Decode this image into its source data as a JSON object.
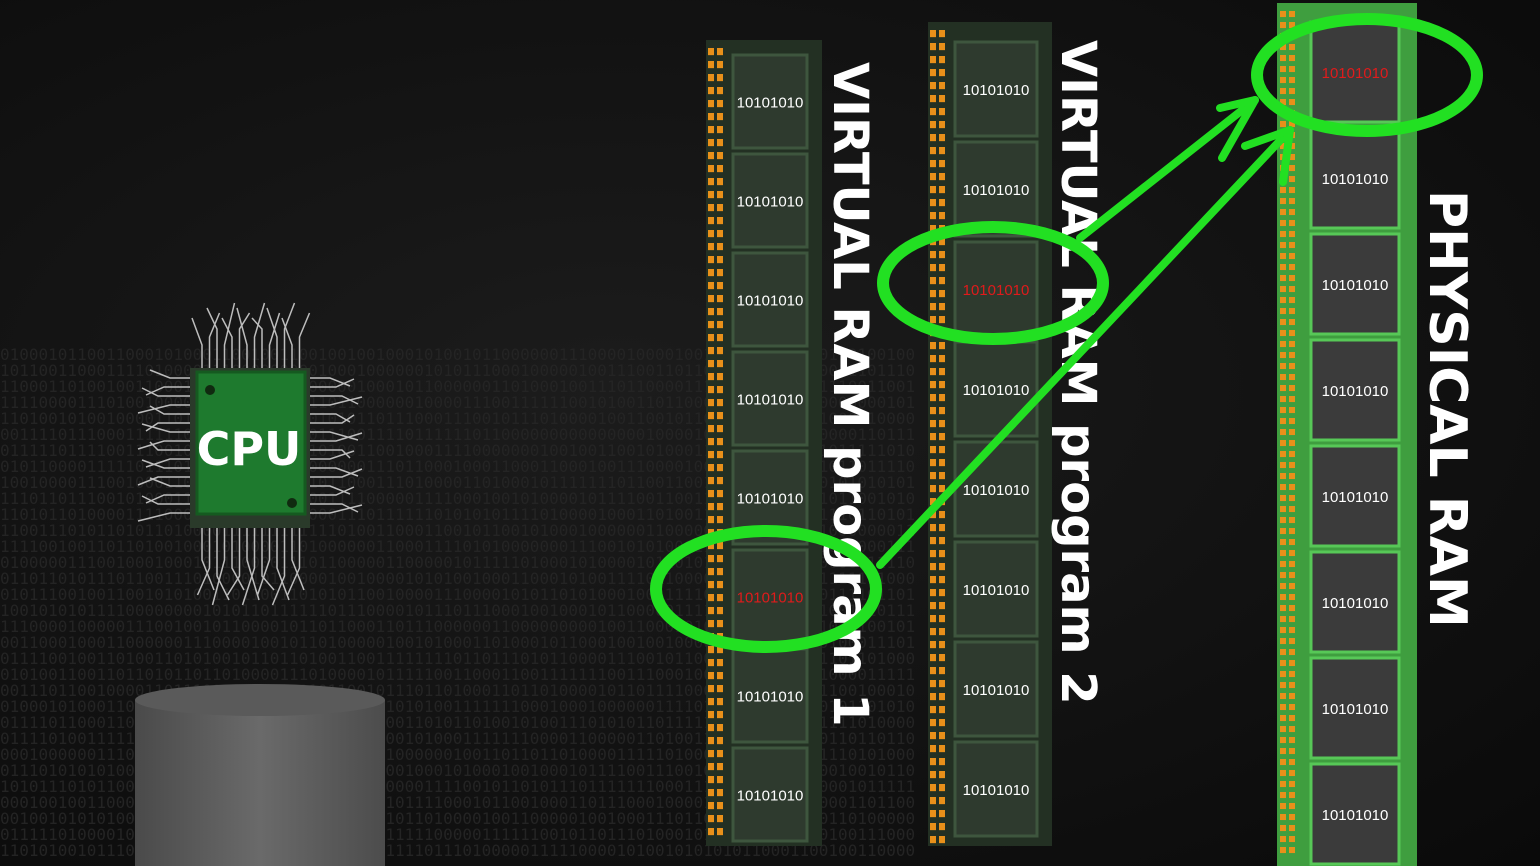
{
  "cpu": {
    "label": "CPU",
    "color": "#1e7a2e",
    "icon": "cpu-chip-icon"
  },
  "virtual_ram_1": {
    "label": "VIRTUAL RAM program 1",
    "cells": [
      "10101010",
      "10101010",
      "10101010",
      "10101010",
      "10101010",
      "10101010",
      "10101010",
      "10101010"
    ],
    "highlight_index": 5
  },
  "virtual_ram_2": {
    "label": "VIRTUAL RAM program 2",
    "cells": [
      "10101010",
      "10101010",
      "10101010",
      "10101010",
      "10101010",
      "10101010",
      "10101010",
      "10101010"
    ],
    "highlight_index": 2
  },
  "physical_ram": {
    "label": "PHYSICAL RAM",
    "cells": [
      "10101010",
      "10101010",
      "10101010",
      "10101010",
      "10101010",
      "10101010",
      "10101010",
      "10101010"
    ],
    "highlight_index": 0
  },
  "colors": {
    "highlight_ring": "#22e022",
    "arrow": "#22e022",
    "pins": "#e8901a",
    "highlight_bits": "#e01b1b",
    "cell_text": "#ffffff",
    "label_text": "#ffffff"
  },
  "disk": {
    "icon": "disk-cylinder-icon",
    "color": "#5f5f5f"
  }
}
